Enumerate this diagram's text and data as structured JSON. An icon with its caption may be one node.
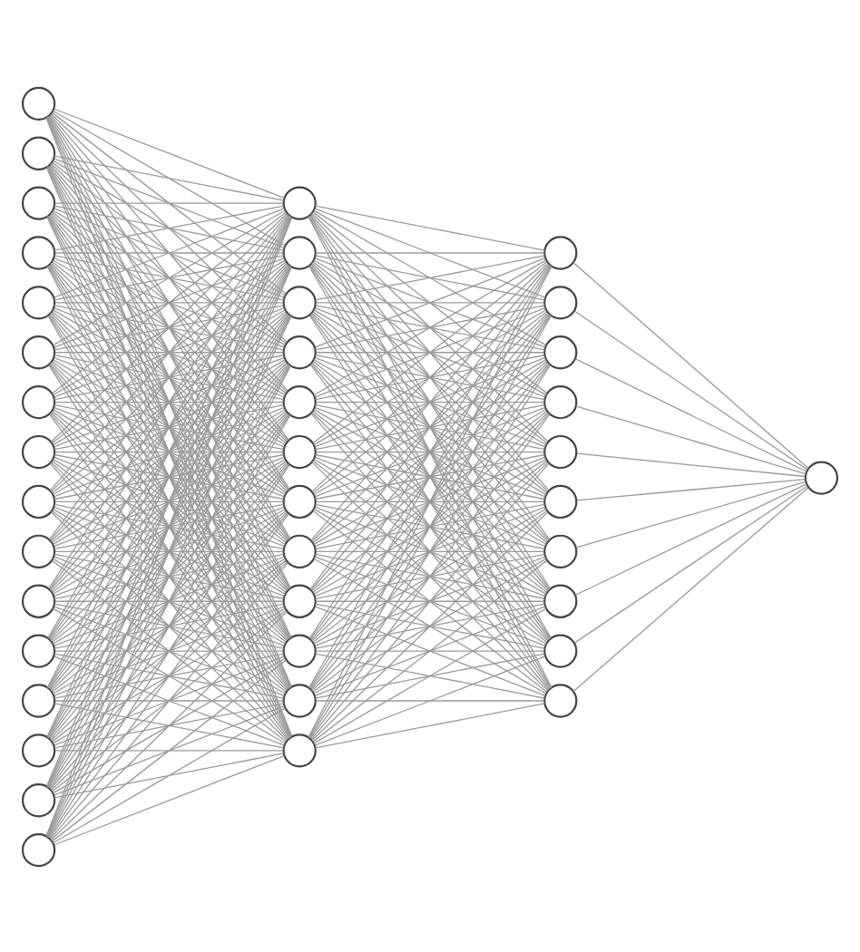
{
  "diagram": {
    "nodes": [
      {
        "text": [],
        "shape": "circle"
      },
      {
        "text": [],
        "shape": "circle"
      },
      {
        "text": [],
        "shape": "circle"
      },
      {
        "text": [],
        "shape": "circle"
      },
      {
        "text": [],
        "shape": "circle"
      },
      {
        "text": [],
        "shape": "circle"
      },
      {
        "text": [],
        "shape": "circle"
      },
      {
        "text": [],
        "shape": "circle"
      },
      {
        "text": [],
        "shape": "circle"
      },
      {
        "text": [],
        "shape": "circle"
      },
      {
        "text": [],
        "shape": "circle"
      },
      {
        "text": [],
        "shape": "circle"
      },
      {
        "text": [],
        "shape": "circle"
      },
      {
        "text": [],
        "shape": "circle"
      },
      {
        "text": [],
        "shape": "circle"
      },
      {
        "text": [],
        "shape": "circle"
      },
      {
        "text": [],
        "shape": "circle"
      },
      {
        "text": [],
        "shape": "circle"
      },
      {
        "text": [],
        "shape": "circle"
      },
      {
        "text": [],
        "shape": "circle"
      },
      {
        "text": [],
        "shape": "circle"
      },
      {
        "text": [],
        "shape": "circle"
      },
      {
        "text": [],
        "shape": "circle"
      },
      {
        "text": [],
        "shape": "circle"
      },
      {
        "text": [],
        "shape": "circle"
      },
      {
        "text": [],
        "shape": "circle"
      },
      {
        "text": [],
        "shape": "circle"
      },
      {
        "text": [],
        "shape": "circle"
      },
      {
        "text": [],
        "shape": "circle"
      },
      {
        "text": [],
        "shape": "circle"
      },
      {
        "text": [],
        "shape": "circle"
      },
      {
        "text": [],
        "shape": "circle"
      },
      {
        "text": [],
        "shape": "circle"
      },
      {
        "text": [],
        "shape": "circle"
      },
      {
        "text": [],
        "shape": "circle"
      },
      {
        "text": [],
        "shape": "circle"
      },
      {
        "text": [],
        "shape": "circle"
      },
      {
        "text": [],
        "shape": "circle"
      },
      {
        "text": [],
        "shape": "circle"
      }
    ],
    "edges": [
      {
        "from": 0,
        "to": 16,
        "arrow": "none"
      },
      {
        "from": 0,
        "to": 17,
        "arrow": "none"
      },
      {
        "from": 0,
        "to": 18,
        "arrow": "none"
      },
      {
        "from": 0,
        "to": 19,
        "arrow": "none"
      },
      {
        "from": 0,
        "to": 20,
        "arrow": "none"
      },
      {
        "from": 0,
        "to": 21,
        "arrow": "none"
      },
      {
        "from": 0,
        "to": 22,
        "arrow": "none"
      },
      {
        "from": 0,
        "to": 23,
        "arrow": "none"
      },
      {
        "from": 0,
        "to": 24,
        "arrow": "none"
      },
      {
        "from": 0,
        "to": 25,
        "arrow": "none"
      },
      {
        "from": 0,
        "to": 26,
        "arrow": "none"
      },
      {
        "from": 0,
        "to": 27,
        "arrow": "none"
      },
      {
        "from": 1,
        "to": 16,
        "arrow": "none"
      },
      {
        "from": 1,
        "to": 17,
        "arrow": "none"
      },
      {
        "from": 1,
        "to": 18,
        "arrow": "none"
      },
      {
        "from": 1,
        "to": 19,
        "arrow": "none"
      },
      {
        "from": 1,
        "to": 20,
        "arrow": "none"
      },
      {
        "from": 1,
        "to": 21,
        "arrow": "none"
      },
      {
        "from": 1,
        "to": 22,
        "arrow": "none"
      },
      {
        "from": 1,
        "to": 23,
        "arrow": "none"
      },
      {
        "from": 1,
        "to": 24,
        "arrow": "none"
      },
      {
        "from": 1,
        "to": 25,
        "arrow": "none"
      },
      {
        "from": 1,
        "to": 26,
        "arrow": "none"
      },
      {
        "from": 1,
        "to": 27,
        "arrow": "none"
      },
      {
        "from": 2,
        "to": 16,
        "arrow": "none"
      },
      {
        "from": 2,
        "to": 17,
        "arrow": "none"
      },
      {
        "from": 2,
        "to": 18,
        "arrow": "none"
      },
      {
        "from": 2,
        "to": 19,
        "arrow": "none"
      },
      {
        "from": 2,
        "to": 20,
        "arrow": "none"
      },
      {
        "from": 2,
        "to": 21,
        "arrow": "none"
      },
      {
        "from": 2,
        "to": 22,
        "arrow": "none"
      },
      {
        "from": 2,
        "to": 23,
        "arrow": "none"
      },
      {
        "from": 2,
        "to": 24,
        "arrow": "none"
      },
      {
        "from": 2,
        "to": 25,
        "arrow": "none"
      },
      {
        "from": 2,
        "to": 26,
        "arrow": "none"
      },
      {
        "from": 2,
        "to": 27,
        "arrow": "none"
      },
      {
        "from": 3,
        "to": 16,
        "arrow": "none"
      },
      {
        "from": 3,
        "to": 17,
        "arrow": "none"
      },
      {
        "from": 3,
        "to": 18,
        "arrow": "none"
      },
      {
        "from": 3,
        "to": 19,
        "arrow": "none"
      },
      {
        "from": 3,
        "to": 20,
        "arrow": "none"
      },
      {
        "from": 3,
        "to": 21,
        "arrow": "none"
      },
      {
        "from": 3,
        "to": 22,
        "arrow": "none"
      },
      {
        "from": 3,
        "to": 23,
        "arrow": "none"
      },
      {
        "from": 3,
        "to": 24,
        "arrow": "none"
      },
      {
        "from": 3,
        "to": 25,
        "arrow": "none"
      },
      {
        "from": 3,
        "to": 26,
        "arrow": "none"
      },
      {
        "from": 3,
        "to": 27,
        "arrow": "none"
      },
      {
        "from": 4,
        "to": 16,
        "arrow": "none"
      },
      {
        "from": 4,
        "to": 17,
        "arrow": "none"
      },
      {
        "from": 4,
        "to": 18,
        "arrow": "none"
      },
      {
        "from": 4,
        "to": 19,
        "arrow": "none"
      },
      {
        "from": 4,
        "to": 20,
        "arrow": "none"
      },
      {
        "from": 4,
        "to": 21,
        "arrow": "none"
      },
      {
        "from": 4,
        "to": 22,
        "arrow": "none"
      },
      {
        "from": 4,
        "to": 23,
        "arrow": "none"
      },
      {
        "from": 4,
        "to": 24,
        "arrow": "none"
      },
      {
        "from": 4,
        "to": 25,
        "arrow": "none"
      },
      {
        "from": 4,
        "to": 26,
        "arrow": "none"
      },
      {
        "from": 4,
        "to": 27,
        "arrow": "none"
      },
      {
        "from": 5,
        "to": 16,
        "arrow": "none"
      },
      {
        "from": 5,
        "to": 17,
        "arrow": "none"
      },
      {
        "from": 5,
        "to": 18,
        "arrow": "none"
      },
      {
        "from": 5,
        "to": 19,
        "arrow": "none"
      },
      {
        "from": 5,
        "to": 20,
        "arrow": "none"
      },
      {
        "from": 5,
        "to": 21,
        "arrow": "none"
      },
      {
        "from": 5,
        "to": 22,
        "arrow": "none"
      },
      {
        "from": 5,
        "to": 23,
        "arrow": "none"
      },
      {
        "from": 5,
        "to": 24,
        "arrow": "none"
      },
      {
        "from": 5,
        "to": 25,
        "arrow": "none"
      },
      {
        "from": 5,
        "to": 26,
        "arrow": "none"
      },
      {
        "from": 5,
        "to": 27,
        "arrow": "none"
      },
      {
        "from": 6,
        "to": 16,
        "arrow": "none"
      },
      {
        "from": 6,
        "to": 17,
        "arrow": "none"
      },
      {
        "from": 6,
        "to": 18,
        "arrow": "none"
      },
      {
        "from": 6,
        "to": 19,
        "arrow": "none"
      },
      {
        "from": 6,
        "to": 20,
        "arrow": "none"
      },
      {
        "from": 6,
        "to": 21,
        "arrow": "none"
      },
      {
        "from": 6,
        "to": 22,
        "arrow": "none"
      },
      {
        "from": 6,
        "to": 23,
        "arrow": "none"
      },
      {
        "from": 6,
        "to": 24,
        "arrow": "none"
      },
      {
        "from": 6,
        "to": 25,
        "arrow": "none"
      },
      {
        "from": 6,
        "to": 26,
        "arrow": "none"
      },
      {
        "from": 6,
        "to": 27,
        "arrow": "none"
      },
      {
        "from": 7,
        "to": 16,
        "arrow": "none"
      },
      {
        "from": 7,
        "to": 17,
        "arrow": "none"
      },
      {
        "from": 7,
        "to": 18,
        "arrow": "none"
      },
      {
        "from": 7,
        "to": 19,
        "arrow": "none"
      },
      {
        "from": 7,
        "to": 20,
        "arrow": "none"
      },
      {
        "from": 7,
        "to": 21,
        "arrow": "none"
      },
      {
        "from": 7,
        "to": 22,
        "arrow": "none"
      },
      {
        "from": 7,
        "to": 23,
        "arrow": "none"
      },
      {
        "from": 7,
        "to": 24,
        "arrow": "none"
      },
      {
        "from": 7,
        "to": 25,
        "arrow": "none"
      },
      {
        "from": 7,
        "to": 26,
        "arrow": "none"
      },
      {
        "from": 7,
        "to": 27,
        "arrow": "none"
      },
      {
        "from": 8,
        "to": 16,
        "arrow": "none"
      },
      {
        "from": 8,
        "to": 17,
        "arrow": "none"
      },
      {
        "from": 8,
        "to": 18,
        "arrow": "none"
      },
      {
        "from": 8,
        "to": 19,
        "arrow": "none"
      },
      {
        "from": 8,
        "to": 20,
        "arrow": "none"
      },
      {
        "from": 8,
        "to": 21,
        "arrow": "none"
      },
      {
        "from": 8,
        "to": 22,
        "arrow": "none"
      },
      {
        "from": 8,
        "to": 23,
        "arrow": "none"
      },
      {
        "from": 8,
        "to": 24,
        "arrow": "none"
      },
      {
        "from": 8,
        "to": 25,
        "arrow": "none"
      },
      {
        "from": 8,
        "to": 26,
        "arrow": "none"
      },
      {
        "from": 8,
        "to": 27,
        "arrow": "none"
      },
      {
        "from": 9,
        "to": 16,
        "arrow": "none"
      },
      {
        "from": 9,
        "to": 17,
        "arrow": "none"
      },
      {
        "from": 9,
        "to": 18,
        "arrow": "none"
      },
      {
        "from": 9,
        "to": 19,
        "arrow": "none"
      },
      {
        "from": 9,
        "to": 20,
        "arrow": "none"
      },
      {
        "from": 9,
        "to": 21,
        "arrow": "none"
      },
      {
        "from": 9,
        "to": 22,
        "arrow": "none"
      },
      {
        "from": 9,
        "to": 23,
        "arrow": "none"
      },
      {
        "from": 9,
        "to": 24,
        "arrow": "none"
      },
      {
        "from": 9,
        "to": 25,
        "arrow": "none"
      },
      {
        "from": 9,
        "to": 26,
        "arrow": "none"
      },
      {
        "from": 9,
        "to": 27,
        "arrow": "none"
      },
      {
        "from": 10,
        "to": 16,
        "arrow": "none"
      },
      {
        "from": 10,
        "to": 17,
        "arrow": "none"
      },
      {
        "from": 10,
        "to": 18,
        "arrow": "none"
      },
      {
        "from": 10,
        "to": 19,
        "arrow": "none"
      },
      {
        "from": 10,
        "to": 20,
        "arrow": "none"
      },
      {
        "from": 10,
        "to": 21,
        "arrow": "none"
      },
      {
        "from": 10,
        "to": 22,
        "arrow": "none"
      },
      {
        "from": 10,
        "to": 23,
        "arrow": "none"
      },
      {
        "from": 10,
        "to": 24,
        "arrow": "none"
      },
      {
        "from": 10,
        "to": 25,
        "arrow": "none"
      },
      {
        "from": 10,
        "to": 26,
        "arrow": "none"
      },
      {
        "from": 10,
        "to": 27,
        "arrow": "none"
      },
      {
        "from": 11,
        "to": 16,
        "arrow": "none"
      },
      {
        "from": 11,
        "to": 17,
        "arrow": "none"
      },
      {
        "from": 11,
        "to": 18,
        "arrow": "none"
      },
      {
        "from": 11,
        "to": 19,
        "arrow": "none"
      },
      {
        "from": 11,
        "to": 20,
        "arrow": "none"
      },
      {
        "from": 11,
        "to": 21,
        "arrow": "none"
      },
      {
        "from": 11,
        "to": 22,
        "arrow": "none"
      },
      {
        "from": 11,
        "to": 23,
        "arrow": "none"
      },
      {
        "from": 11,
        "to": 24,
        "arrow": "none"
      },
      {
        "from": 11,
        "to": 25,
        "arrow": "none"
      },
      {
        "from": 11,
        "to": 26,
        "arrow": "none"
      },
      {
        "from": 11,
        "to": 27,
        "arrow": "none"
      },
      {
        "from": 12,
        "to": 16,
        "arrow": "none"
      },
      {
        "from": 12,
        "to": 17,
        "arrow": "none"
      },
      {
        "from": 12,
        "to": 18,
        "arrow": "none"
      },
      {
        "from": 12,
        "to": 19,
        "arrow": "none"
      },
      {
        "from": 12,
        "to": 20,
        "arrow": "none"
      },
      {
        "from": 12,
        "to": 21,
        "arrow": "none"
      },
      {
        "from": 12,
        "to": 22,
        "arrow": "none"
      },
      {
        "from": 12,
        "to": 23,
        "arrow": "none"
      },
      {
        "from": 12,
        "to": 24,
        "arrow": "none"
      },
      {
        "from": 12,
        "to": 25,
        "arrow": "none"
      },
      {
        "from": 12,
        "to": 26,
        "arrow": "none"
      },
      {
        "from": 12,
        "to": 27,
        "arrow": "none"
      },
      {
        "from": 13,
        "to": 16,
        "arrow": "none"
      },
      {
        "from": 13,
        "to": 17,
        "arrow": "none"
      },
      {
        "from": 13,
        "to": 18,
        "arrow": "none"
      },
      {
        "from": 13,
        "to": 19,
        "arrow": "none"
      },
      {
        "from": 13,
        "to": 20,
        "arrow": "none"
      },
      {
        "from": 13,
        "to": 21,
        "arrow": "none"
      },
      {
        "from": 13,
        "to": 22,
        "arrow": "none"
      },
      {
        "from": 13,
        "to": 23,
        "arrow": "none"
      },
      {
        "from": 13,
        "to": 24,
        "arrow": "none"
      },
      {
        "from": 13,
        "to": 25,
        "arrow": "none"
      },
      {
        "from": 13,
        "to": 26,
        "arrow": "none"
      },
      {
        "from": 13,
        "to": 27,
        "arrow": "none"
      },
      {
        "from": 14,
        "to": 16,
        "arrow": "none"
      },
      {
        "from": 14,
        "to": 17,
        "arrow": "none"
      },
      {
        "from": 14,
        "to": 18,
        "arrow": "none"
      },
      {
        "from": 14,
        "to": 19,
        "arrow": "none"
      },
      {
        "from": 14,
        "to": 20,
        "arrow": "none"
      },
      {
        "from": 14,
        "to": 21,
        "arrow": "none"
      },
      {
        "from": 14,
        "to": 22,
        "arrow": "none"
      },
      {
        "from": 14,
        "to": 23,
        "arrow": "none"
      },
      {
        "from": 14,
        "to": 24,
        "arrow": "none"
      },
      {
        "from": 14,
        "to": 25,
        "arrow": "none"
      },
      {
        "from": 14,
        "to": 26,
        "arrow": "none"
      },
      {
        "from": 14,
        "to": 27,
        "arrow": "none"
      },
      {
        "from": 15,
        "to": 16,
        "arrow": "none"
      },
      {
        "from": 15,
        "to": 17,
        "arrow": "none"
      },
      {
        "from": 15,
        "to": 18,
        "arrow": "none"
      },
      {
        "from": 15,
        "to": 19,
        "arrow": "none"
      },
      {
        "from": 15,
        "to": 20,
        "arrow": "none"
      },
      {
        "from": 15,
        "to": 21,
        "arrow": "none"
      },
      {
        "from": 15,
        "to": 22,
        "arrow": "none"
      },
      {
        "from": 15,
        "to": 23,
        "arrow": "none"
      },
      {
        "from": 15,
        "to": 24,
        "arrow": "none"
      },
      {
        "from": 15,
        "to": 25,
        "arrow": "none"
      },
      {
        "from": 15,
        "to": 26,
        "arrow": "none"
      },
      {
        "from": 15,
        "to": 27,
        "arrow": "none"
      },
      {
        "from": 16,
        "to": 28,
        "arrow": "none"
      },
      {
        "from": 16,
        "to": 29,
        "arrow": "none"
      },
      {
        "from": 16,
        "to": 30,
        "arrow": "none"
      },
      {
        "from": 16,
        "to": 31,
        "arrow": "none"
      },
      {
        "from": 16,
        "to": 32,
        "arrow": "none"
      },
      {
        "from": 16,
        "to": 33,
        "arrow": "none"
      },
      {
        "from": 16,
        "to": 34,
        "arrow": "none"
      },
      {
        "from": 16,
        "to": 35,
        "arrow": "none"
      },
      {
        "from": 16,
        "to": 36,
        "arrow": "none"
      },
      {
        "from": 16,
        "to": 37,
        "arrow": "none"
      },
      {
        "from": 17,
        "to": 28,
        "arrow": "none"
      },
      {
        "from": 17,
        "to": 29,
        "arrow": "none"
      },
      {
        "from": 17,
        "to": 30,
        "arrow": "none"
      },
      {
        "from": 17,
        "to": 31,
        "arrow": "none"
      },
      {
        "from": 17,
        "to": 32,
        "arrow": "none"
      },
      {
        "from": 17,
        "to": 33,
        "arrow": "none"
      },
      {
        "from": 17,
        "to": 34,
        "arrow": "none"
      },
      {
        "from": 17,
        "to": 35,
        "arrow": "none"
      },
      {
        "from": 17,
        "to": 36,
        "arrow": "none"
      },
      {
        "from": 17,
        "to": 37,
        "arrow": "none"
      },
      {
        "from": 18,
        "to": 28,
        "arrow": "none"
      },
      {
        "from": 18,
        "to": 29,
        "arrow": "none"
      },
      {
        "from": 18,
        "to": 30,
        "arrow": "none"
      },
      {
        "from": 18,
        "to": 31,
        "arrow": "none"
      },
      {
        "from": 18,
        "to": 32,
        "arrow": "none"
      },
      {
        "from": 18,
        "to": 33,
        "arrow": "none"
      },
      {
        "from": 18,
        "to": 34,
        "arrow": "none"
      },
      {
        "from": 18,
        "to": 35,
        "arrow": "none"
      },
      {
        "from": 18,
        "to": 36,
        "arrow": "none"
      },
      {
        "from": 18,
        "to": 37,
        "arrow": "none"
      },
      {
        "from": 19,
        "to": 28,
        "arrow": "none"
      },
      {
        "from": 19,
        "to": 29,
        "arrow": "none"
      },
      {
        "from": 19,
        "to": 30,
        "arrow": "none"
      },
      {
        "from": 19,
        "to": 31,
        "arrow": "none"
      },
      {
        "from": 19,
        "to": 32,
        "arrow": "none"
      },
      {
        "from": 19,
        "to": 33,
        "arrow": "none"
      },
      {
        "from": 19,
        "to": 34,
        "arrow": "none"
      },
      {
        "from": 19,
        "to": 35,
        "arrow": "none"
      },
      {
        "from": 19,
        "to": 36,
        "arrow": "none"
      },
      {
        "from": 19,
        "to": 37,
        "arrow": "none"
      },
      {
        "from": 20,
        "to": 28,
        "arrow": "none"
      },
      {
        "from": 20,
        "to": 29,
        "arrow": "none"
      },
      {
        "from": 20,
        "to": 30,
        "arrow": "none"
      },
      {
        "from": 20,
        "to": 31,
        "arrow": "none"
      },
      {
        "from": 20,
        "to": 32,
        "arrow": "none"
      },
      {
        "from": 20,
        "to": 33,
        "arrow": "none"
      },
      {
        "from": 20,
        "to": 34,
        "arrow": "none"
      },
      {
        "from": 20,
        "to": 35,
        "arrow": "none"
      },
      {
        "from": 20,
        "to": 36,
        "arrow": "none"
      },
      {
        "from": 20,
        "to": 37,
        "arrow": "none"
      },
      {
        "from": 21,
        "to": 28,
        "arrow": "none"
      },
      {
        "from": 21,
        "to": 29,
        "arrow": "none"
      },
      {
        "from": 21,
        "to": 30,
        "arrow": "none"
      },
      {
        "from": 21,
        "to": 31,
        "arrow": "none"
      },
      {
        "from": 21,
        "to": 32,
        "arrow": "none"
      },
      {
        "from": 21,
        "to": 33,
        "arrow": "none"
      },
      {
        "from": 21,
        "to": 34,
        "arrow": "none"
      },
      {
        "from": 21,
        "to": 35,
        "arrow": "none"
      },
      {
        "from": 21,
        "to": 36,
        "arrow": "none"
      },
      {
        "from": 21,
        "to": 37,
        "arrow": "none"
      },
      {
        "from": 22,
        "to": 28,
        "arrow": "none"
      },
      {
        "from": 22,
        "to": 29,
        "arrow": "none"
      },
      {
        "from": 22,
        "to": 30,
        "arrow": "none"
      },
      {
        "from": 22,
        "to": 31,
        "arrow": "none"
      },
      {
        "from": 22,
        "to": 32,
        "arrow": "none"
      },
      {
        "from": 22,
        "to": 33,
        "arrow": "none"
      },
      {
        "from": 22,
        "to": 34,
        "arrow": "none"
      },
      {
        "from": 22,
        "to": 35,
        "arrow": "none"
      },
      {
        "from": 22,
        "to": 36,
        "arrow": "none"
      },
      {
        "from": 22,
        "to": 37,
        "arrow": "none"
      },
      {
        "from": 23,
        "to": 28,
        "arrow": "none"
      },
      {
        "from": 23,
        "to": 29,
        "arrow": "none"
      },
      {
        "from": 23,
        "to": 30,
        "arrow": "none"
      },
      {
        "from": 23,
        "to": 31,
        "arrow": "none"
      },
      {
        "from": 23,
        "to": 32,
        "arrow": "none"
      },
      {
        "from": 23,
        "to": 33,
        "arrow": "none"
      },
      {
        "from": 23,
        "to": 34,
        "arrow": "none"
      },
      {
        "from": 23,
        "to": 35,
        "arrow": "none"
      },
      {
        "from": 23,
        "to": 36,
        "arrow": "none"
      },
      {
        "from": 23,
        "to": 37,
        "arrow": "none"
      },
      {
        "from": 24,
        "to": 28,
        "arrow": "none"
      },
      {
        "from": 24,
        "to": 29,
        "arrow": "none"
      },
      {
        "from": 24,
        "to": 30,
        "arrow": "none"
      },
      {
        "from": 24,
        "to": 31,
        "arrow": "none"
      },
      {
        "from": 24,
        "to": 32,
        "arrow": "none"
      },
      {
        "from": 24,
        "to": 33,
        "arrow": "none"
      },
      {
        "from": 24,
        "to": 34,
        "arrow": "none"
      },
      {
        "from": 24,
        "to": 35,
        "arrow": "none"
      },
      {
        "from": 24,
        "to": 36,
        "arrow": "none"
      },
      {
        "from": 24,
        "to": 37,
        "arrow": "none"
      },
      {
        "from": 25,
        "to": 28,
        "arrow": "none"
      },
      {
        "from": 25,
        "to": 29,
        "arrow": "none"
      },
      {
        "from": 25,
        "to": 30,
        "arrow": "none"
      },
      {
        "from": 25,
        "to": 31,
        "arrow": "none"
      },
      {
        "from": 25,
        "to": 32,
        "arrow": "none"
      },
      {
        "from": 25,
        "to": 33,
        "arrow": "none"
      },
      {
        "from": 25,
        "to": 34,
        "arrow": "none"
      },
      {
        "from": 25,
        "to": 35,
        "arrow": "none"
      },
      {
        "from": 25,
        "to": 36,
        "arrow": "none"
      },
      {
        "from": 25,
        "to": 37,
        "arrow": "none"
      },
      {
        "from": 26,
        "to": 28,
        "arrow": "none"
      },
      {
        "from": 26,
        "to": 29,
        "arrow": "none"
      },
      {
        "from": 26,
        "to": 30,
        "arrow": "none"
      },
      {
        "from": 26,
        "to": 31,
        "arrow": "none"
      },
      {
        "from": 26,
        "to": 32,
        "arrow": "none"
      },
      {
        "from": 26,
        "to": 33,
        "arrow": "none"
      },
      {
        "from": 26,
        "to": 34,
        "arrow": "none"
      },
      {
        "from": 26,
        "to": 35,
        "arrow": "none"
      },
      {
        "from": 26,
        "to": 36,
        "arrow": "none"
      },
      {
        "from": 26,
        "to": 37,
        "arrow": "none"
      },
      {
        "from": 27,
        "to": 28,
        "arrow": "none"
      },
      {
        "from": 27,
        "to": 29,
        "arrow": "none"
      },
      {
        "from": 27,
        "to": 30,
        "arrow": "none"
      },
      {
        "from": 27,
        "to": 31,
        "arrow": "none"
      },
      {
        "from": 27,
        "to": 32,
        "arrow": "none"
      },
      {
        "from": 27,
        "to": 33,
        "arrow": "none"
      },
      {
        "from": 27,
        "to": 34,
        "arrow": "none"
      },
      {
        "from": 27,
        "to": 35,
        "arrow": "none"
      },
      {
        "from": 27,
        "to": 36,
        "arrow": "none"
      },
      {
        "from": 27,
        "to": 37,
        "arrow": "none"
      },
      {
        "from": 28,
        "to": 38,
        "arrow": "none"
      },
      {
        "from": 29,
        "to": 38,
        "arrow": "none"
      },
      {
        "from": 30,
        "to": 38,
        "arrow": "none"
      },
      {
        "from": 31,
        "to": 38,
        "arrow": "none"
      },
      {
        "from": 32,
        "to": 38,
        "arrow": "none"
      },
      {
        "from": 33,
        "to": 38,
        "arrow": "none"
      },
      {
        "from": 34,
        "to": 38,
        "arrow": "none"
      },
      {
        "from": 35,
        "to": 38,
        "arrow": "none"
      },
      {
        "from": 36,
        "to": 38,
        "arrow": "none"
      },
      {
        "from": 37,
        "to": 38,
        "arrow": "none"
      }
    ]
  }
}
